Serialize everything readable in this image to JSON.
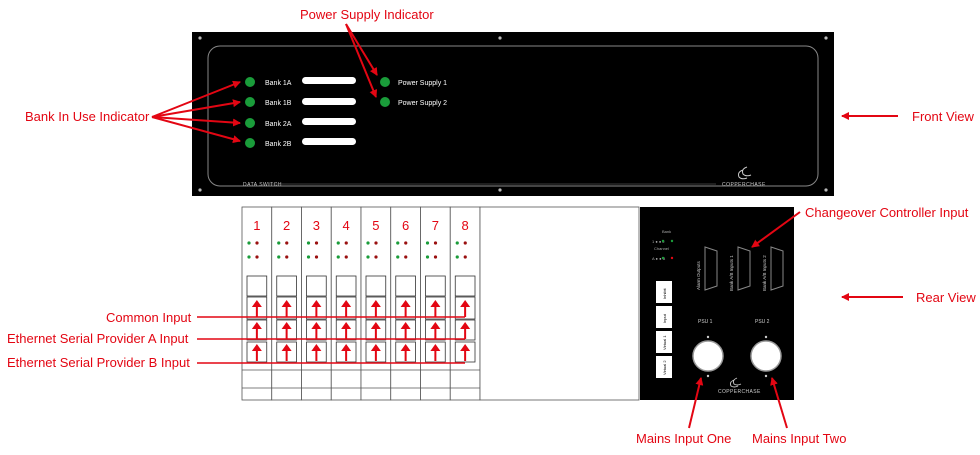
{
  "front_panel": {
    "bank_labels": [
      "Bank 1A",
      "Bank 1B",
      "Bank 2A",
      "Bank 2B"
    ],
    "psu_labels": [
      "Power Supply 1",
      "Power Supply 2"
    ],
    "model": "DATA SWITCH",
    "brand": "COPPERCHASE",
    "led_color": "#1a9c3a"
  },
  "rear_panel": {
    "channels": [
      "1",
      "2",
      "3",
      "4",
      "5",
      "6",
      "7",
      "8"
    ],
    "bank_text": "Bank",
    "bank_numbers": "1 ● ● 2",
    "channel_text": "Channel",
    "channel_letters": "A ● ● B",
    "connectors": [
      "Alarm Outputs",
      "Bank A/B Inputs 1",
      "Bank A/B Inputs 2"
    ],
    "psu_labels": [
      "PSU 1",
      "PSU 2"
    ],
    "side_labels": [
      "Inhibit",
      "Input",
      "Virtual 1",
      "Virtual 2"
    ],
    "brand": "COPPERCHASE"
  },
  "annotations": {
    "power_supply_indicator": "Power Supply Indicator",
    "bank_in_use_indicator": "Bank In Use Indicator",
    "front_view": "Front View",
    "rear_view": "Rear View",
    "changeover_controller_input": "Changeover Controller Input",
    "common_input": "Common Input",
    "ethernet_a": "Ethernet Serial Provider A Input",
    "ethernet_b": "Ethernet Serial Provider B Input",
    "mains_one": "Mains Input One",
    "mains_two": "Mains Input Two"
  },
  "colors": {
    "annotation": "#e30613",
    "panel": "#000000",
    "led_green": "#1a9c3a",
    "led_red": "#9a1010"
  }
}
